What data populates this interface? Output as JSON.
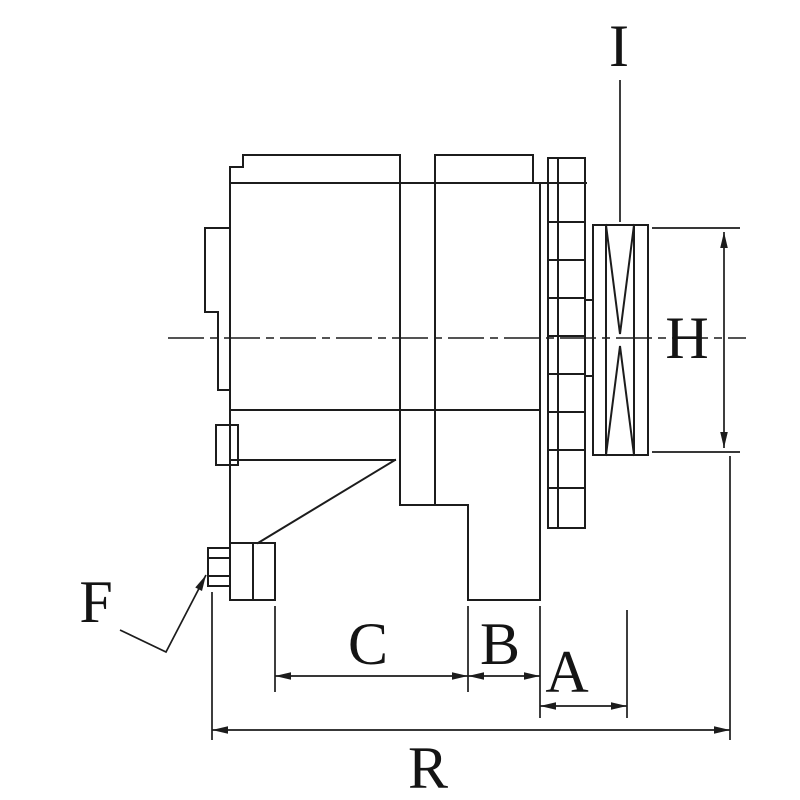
{
  "diagram": {
    "type": "technical-dimension-drawing",
    "subject": "alternator-side-view",
    "dimension_labels": {
      "i": "I",
      "h": "H",
      "f": "F",
      "c": "C",
      "b": "B",
      "a": "A",
      "r": "R"
    },
    "colors": {
      "line": "#1c1c1c",
      "background": "#ffffff"
    }
  }
}
